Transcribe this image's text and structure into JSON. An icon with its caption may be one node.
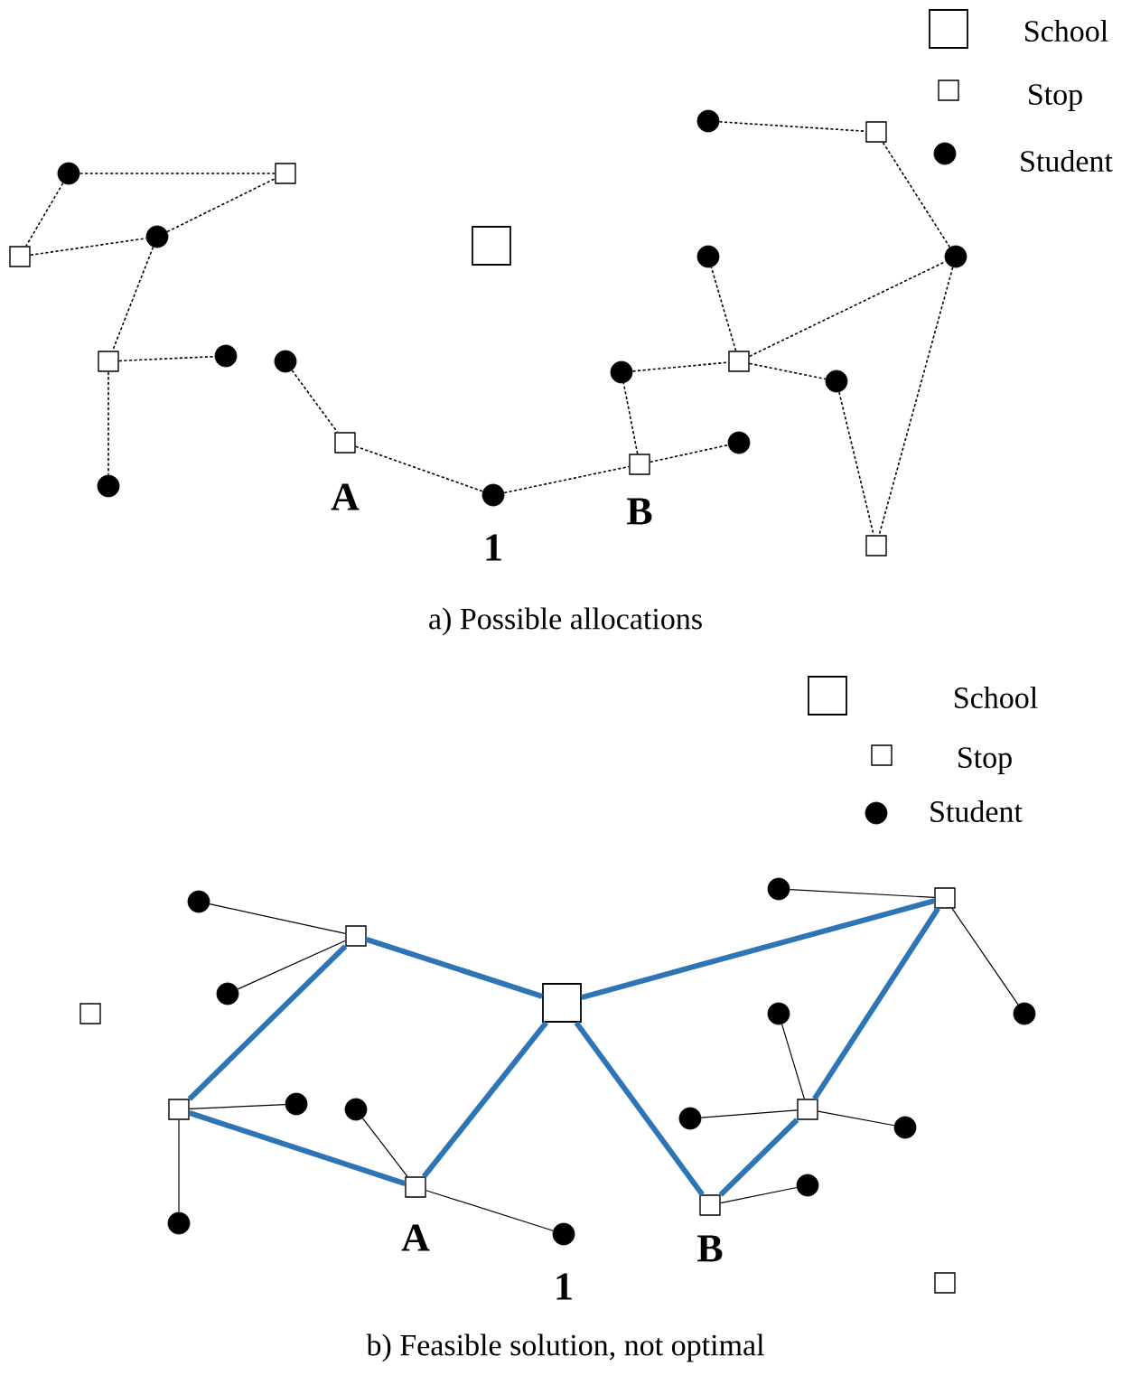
{
  "diagram": {
    "nodes": [
      {
        "text": [],
        "shape": "circle"
      },
      {
        "text": [],
        "shape": "box"
      },
      {
        "text": [],
        "shape": "box"
      },
      {
        "text": [],
        "shape": "circle"
      },
      {
        "text": [],
        "shape": "box"
      },
      {
        "text": [],
        "shape": "circle"
      },
      {
        "text": [],
        "shape": "circle"
      },
      {
        "text": [],
        "shape": "square"
      },
      {
        "text": [],
        "shape": "circle"
      },
      {
        "text": [],
        "shape": "box",
        "beside": [
          "A"
        ]
      },
      {
        "text": [],
        "shape": "circle",
        "beside": [
          "1"
        ]
      },
      {
        "text": [],
        "shape": "box",
        "beside": [
          "B"
        ]
      },
      {
        "text": [],
        "shape": "circle"
      },
      {
        "text": [],
        "shape": "circle"
      },
      {
        "text": [],
        "shape": "box"
      },
      {
        "text": [],
        "shape": "circle"
      },
      {
        "text": [],
        "shape": "circle"
      },
      {
        "text": [],
        "shape": "circle"
      },
      {
        "text": [],
        "shape": "box"
      },
      {
        "text": [],
        "shape": "circle"
      },
      {
        "text": [],
        "shape": "box"
      },
      {
        "text": [],
        "shape": "circle"
      },
      {
        "text": [],
        "shape": "box"
      },
      {
        "text": [],
        "shape": "circle"
      },
      {
        "text": [],
        "shape": "box"
      },
      {
        "text": [],
        "shape": "square"
      },
      {
        "text": [],
        "shape": "box"
      },
      {
        "text": [],
        "shape": "circle"
      },
      {
        "text": [],
        "shape": "circle"
      },
      {
        "text": [],
        "shape": "circle"
      },
      {
        "text": [],
        "shape": "box",
        "beside": [
          "A"
        ]
      },
      {
        "text": [],
        "shape": "circle",
        "beside": [
          "1"
        ]
      },
      {
        "text": [],
        "shape": "circle"
      },
      {
        "text": [],
        "shape": "box"
      },
      {
        "text": [],
        "shape": "circle"
      },
      {
        "text": [],
        "shape": "circle"
      },
      {
        "text": [],
        "shape": "box"
      },
      {
        "text": [],
        "shape": "circle"
      },
      {
        "text": [],
        "shape": "circle"
      },
      {
        "text": [],
        "shape": "box",
        "beside": [
          "B"
        ]
      },
      {
        "text": [],
        "shape": "circle"
      },
      {
        "text": [],
        "shape": "box"
      }
    ],
    "edges": [
      {
        "from": 0,
        "to": 1,
        "arrow": "none",
        "style": "dashed"
      },
      {
        "from": 0,
        "to": 2,
        "arrow": "none",
        "style": "dashed"
      },
      {
        "from": 2,
        "to": 3,
        "arrow": "none",
        "style": "dashed"
      },
      {
        "from": 3,
        "to": 1,
        "arrow": "none",
        "style": "dashed"
      },
      {
        "from": 3,
        "to": 4,
        "arrow": "none",
        "style": "dashed"
      },
      {
        "from": 4,
        "to": 5,
        "arrow": "none",
        "style": "dashed"
      },
      {
        "from": 4,
        "to": 6,
        "arrow": "none",
        "style": "dashed"
      },
      {
        "from": 8,
        "to": 9,
        "arrow": "none",
        "style": "dashed"
      },
      {
        "from": 9,
        "to": 10,
        "arrow": "none",
        "style": "dashed"
      },
      {
        "from": 10,
        "to": 11,
        "arrow": "none",
        "style": "dashed"
      },
      {
        "from": 11,
        "to": 12,
        "arrow": "none",
        "style": "dashed"
      },
      {
        "from": 11,
        "to": 13,
        "arrow": "none",
        "style": "dashed"
      },
      {
        "from": 13,
        "to": 14,
        "arrow": "none",
        "style": "dashed"
      },
      {
        "from": 14,
        "to": 15,
        "arrow": "none",
        "style": "dashed"
      },
      {
        "from": 14,
        "to": 16,
        "arrow": "none",
        "style": "dashed"
      },
      {
        "from": 14,
        "to": 19,
        "arrow": "none",
        "style": "dashed"
      },
      {
        "from": 16,
        "to": 20,
        "arrow": "none",
        "style": "dashed"
      },
      {
        "from": 19,
        "to": 20,
        "arrow": "none",
        "style": "dashed"
      },
      {
        "from": 17,
        "to": 18,
        "arrow": "none",
        "style": "dashed"
      },
      {
        "from": 18,
        "to": 19,
        "arrow": "none",
        "style": "dashed"
      },
      {
        "from": 21,
        "to": 22,
        "arrow": "none"
      },
      {
        "from": 23,
        "to": 22,
        "arrow": "none"
      },
      {
        "from": 26,
        "to": 27,
        "arrow": "none"
      },
      {
        "from": 26,
        "to": 29,
        "arrow": "none"
      },
      {
        "from": 28,
        "to": 30,
        "arrow": "none"
      },
      {
        "from": 30,
        "to": 31,
        "arrow": "none"
      },
      {
        "from": 32,
        "to": 33,
        "arrow": "none"
      },
      {
        "from": 33,
        "to": 34,
        "arrow": "none"
      },
      {
        "from": 35,
        "to": 36,
        "arrow": "none"
      },
      {
        "from": 37,
        "to": 36,
        "arrow": "none"
      },
      {
        "from": 36,
        "to": 38,
        "arrow": "none"
      },
      {
        "from": 39,
        "to": 40,
        "arrow": "none"
      },
      {
        "from": 22,
        "to": 25,
        "arrow": "none",
        "style": "thick",
        "color": "#2e75b6"
      },
      {
        "from": 22,
        "to": 26,
        "arrow": "none",
        "style": "thick",
        "color": "#2e75b6"
      },
      {
        "from": 26,
        "to": 30,
        "arrow": "none",
        "style": "thick",
        "color": "#2e75b6"
      },
      {
        "from": 30,
        "to": 25,
        "arrow": "none",
        "style": "thick",
        "color": "#2e75b6"
      },
      {
        "from": 25,
        "to": 33,
        "arrow": "none",
        "style": "thick",
        "color": "#2e75b6"
      },
      {
        "from": 25,
        "to": 39,
        "arrow": "none",
        "style": "thick",
        "color": "#2e75b6"
      },
      {
        "from": 39,
        "to": 36,
        "arrow": "none",
        "style": "thick",
        "color": "#2e75b6"
      },
      {
        "from": 36,
        "to": 33,
        "arrow": "none",
        "style": "thick",
        "color": "#2e75b6"
      }
    ],
    "labels": [
      "a) Possible allocations",
      "b) Feasible solution, not optimal"
    ],
    "legend": [
      {
        "text": "School"
      },
      {
        "text": "Stop"
      },
      {
        "text": "Student"
      },
      {
        "text": "School"
      },
      {
        "text": "Stop"
      },
      {
        "text": "Student"
      }
    ]
  }
}
